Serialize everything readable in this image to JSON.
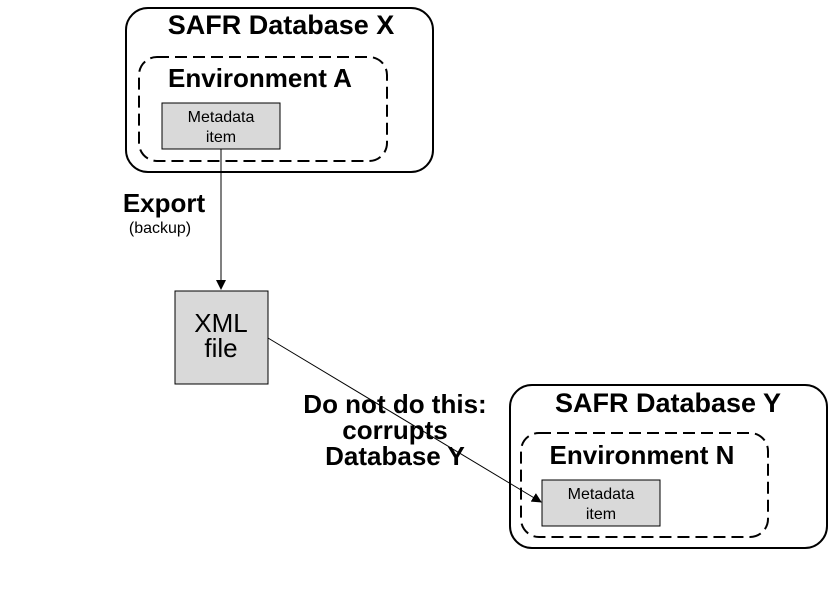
{
  "database_x": {
    "title": "SAFR Database X",
    "environment": "Environment A",
    "item_line1": "Metadata",
    "item_line2": "item"
  },
  "database_y": {
    "title": "SAFR Database Y",
    "environment": "Environment N",
    "item_line1": "Metadata",
    "item_line2": "item"
  },
  "export": {
    "label": "Export",
    "sublabel": "(backup)"
  },
  "xml_file": {
    "line1": "XML",
    "line2": "file"
  },
  "warning": {
    "line1": "Do not do this:",
    "line2": "corrupts",
    "line3": "Database Y"
  },
  "colors": {
    "box_fill": "#d9d9d9",
    "stroke": "#000000",
    "background": "#ffffff"
  }
}
